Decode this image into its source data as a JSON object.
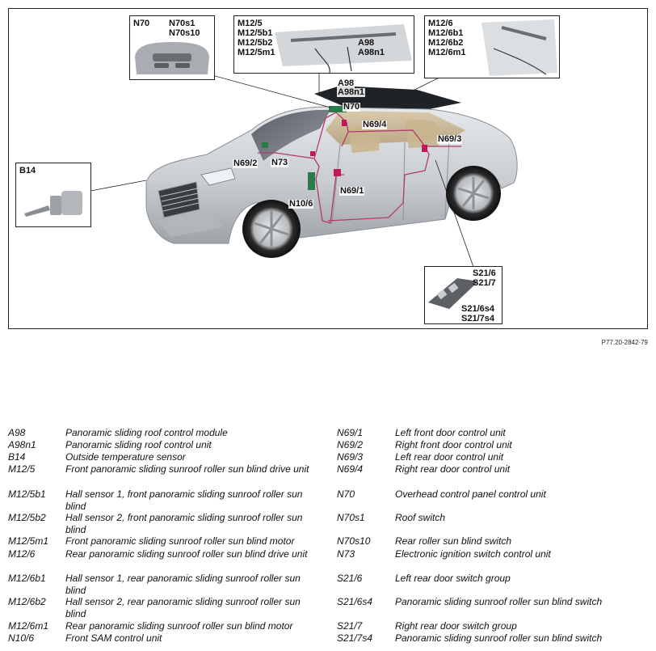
{
  "figure_id": "P77.20-2842-79",
  "insets": {
    "n70": [
      "N70",
      "N70s1",
      "N70s10"
    ],
    "roof_front": [
      "M12/5",
      "M12/5b1",
      "M12/5b2",
      "M12/5m1",
      "A98",
      "A98n1"
    ],
    "roof_rear": [
      "M12/6",
      "M12/6b1",
      "M12/6b2",
      "M12/6m1"
    ],
    "b14": [
      "B14"
    ],
    "s21": [
      "S21/6",
      "S21/7",
      "S21/6s4",
      "S21/7s4"
    ]
  },
  "callouts": [
    "A98",
    "A98n1",
    "N70",
    "N69/4",
    "N69/3",
    "N69/2",
    "N73",
    "N69/1",
    "N10/6"
  ],
  "legend_left": [
    {
      "code": "A98",
      "desc": "Panoramic sliding roof control module"
    },
    {
      "code": "A98n1",
      "desc": "Panoramic sliding roof control unit"
    },
    {
      "code": "B14",
      "desc": "Outside temperature sensor"
    },
    {
      "code": "M12/5",
      "desc": "Front panoramic sliding sunroof roller sun blind drive unit"
    },
    {
      "code": "M12/5b1",
      "desc": "Hall sensor 1, front panoramic sliding sunroof roller sun blind"
    },
    {
      "code": "M12/5b2",
      "desc": "Hall sensor 2, front panoramic sliding sunroof roller sun blind"
    },
    {
      "code": "M12/5m1",
      "desc": "Front panoramic sliding sunroof roller sun blind motor"
    },
    {
      "code": "M12/6",
      "desc": "Rear panoramic sliding sunroof roller sun blind drive unit"
    },
    {
      "code": "M12/6b1",
      "desc": "Hall sensor 1, rear panoramic sliding sunroof roller sun blind"
    },
    {
      "code": "M12/6b2",
      "desc": "Hall sensor 2, rear panoramic sliding sunroof roller sun blind"
    },
    {
      "code": "M12/6m1",
      "desc": "Rear panoramic sliding sunroof roller sun blind motor"
    },
    {
      "code": "N10/6",
      "desc": "Front SAM control unit"
    }
  ],
  "legend_right": [
    {
      "code": "N69/1",
      "desc": "Left front door control unit"
    },
    {
      "code": "N69/2",
      "desc": "Right front door control unit"
    },
    {
      "code": "N69/3",
      "desc": "Left rear door control unit"
    },
    {
      "code": "N69/4",
      "desc": "Right rear door control unit"
    },
    {
      "code": "N70",
      "desc": "Overhead control panel control unit"
    },
    {
      "code": "N70s1",
      "desc": "Roof switch"
    },
    {
      "code": "N70s10",
      "desc": "Rear roller sun blind switch"
    },
    {
      "code": "N73",
      "desc": "Electronic ignition switch control unit"
    },
    {
      "code": "S21/6",
      "desc": "Left rear door switch group"
    },
    {
      "code": "S21/6s4",
      "desc": "Panoramic sliding sunroof roller sun blind switch"
    },
    {
      "code": "S21/7",
      "desc": "Right rear door switch group"
    },
    {
      "code": "S21/7s4",
      "desc": "Panoramic sliding sunroof roller sun blind switch"
    }
  ]
}
